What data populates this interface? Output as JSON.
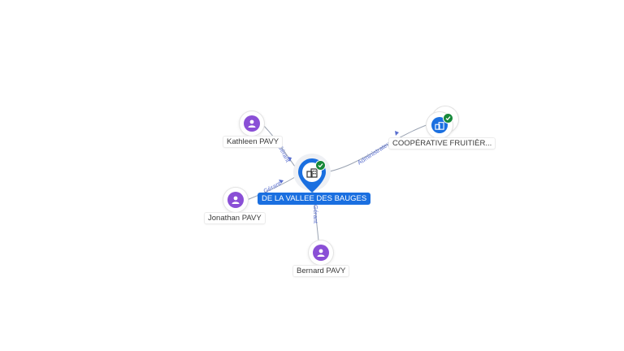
{
  "nodes": {
    "kathleen": {
      "label": "Kathleen PAVY",
      "icon": "person-icon"
    },
    "jonathan": {
      "label": "Jonathan PAVY",
      "icon": "person-icon"
    },
    "bernard": {
      "label": "Bernard PAVY",
      "icon": "person-icon"
    },
    "central": {
      "label": "DE LA VALLEE DES BAUGES",
      "icon": "company-icon",
      "verified_icon": "check-badge-icon"
    },
    "cooperative": {
      "label": "COOPÉRATIVE FRUITIÈR...",
      "icon": "company-icon",
      "verified_icon": "check-badge-icon"
    }
  },
  "edges": {
    "kathleen_central": {
      "label": "Gérant"
    },
    "jonathan_central": {
      "label": "Gérant"
    },
    "bernard_central": {
      "label": "Gérant"
    },
    "central_cooperative": {
      "label": "Administrateur"
    }
  },
  "colors": {
    "edge": "#9aa3b2",
    "edge_label": "#5a6fcf",
    "company_blue": "#1a6fe0",
    "person_purple": "#8a4fd6",
    "verified_green": "#17893a"
  }
}
